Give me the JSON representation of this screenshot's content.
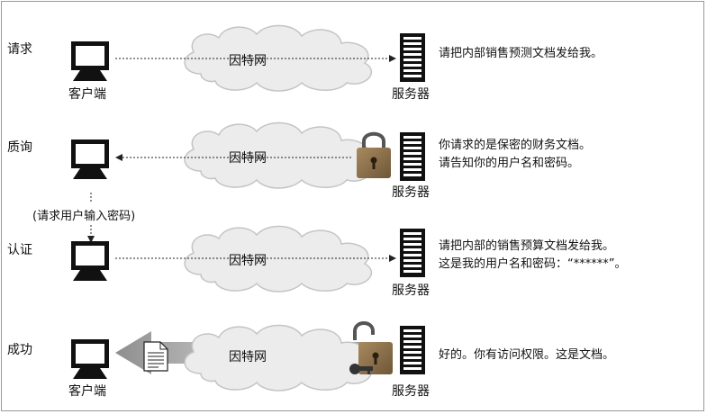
{
  "rows": [
    {
      "step": "请求",
      "client_label": "客户端",
      "network": "因特网",
      "server_label": "服务器",
      "message_lines": [
        "请把内部销售预测文档发给我。"
      ]
    },
    {
      "step": "质询",
      "client_label": "",
      "network": "因特网",
      "server_label": "服务器",
      "message_lines": [
        "你请求的是保密的财务文档。",
        "请告知你的用户名和密码。"
      ]
    },
    {
      "step": "认证",
      "client_label": "",
      "network": "因特网",
      "server_label": "服务器",
      "message_lines": [
        "请把内部的销售预算文档发给我。",
        "这是我的用户名和密码：“******”。"
      ]
    },
    {
      "step": "成功",
      "client_label": "客户端",
      "network": "因特网",
      "server_label": "服务器",
      "message_lines": [
        "好的。你有访问权限。这是文档。"
      ]
    }
  ],
  "prompt_note": "(请求用户输入密码)",
  "colors": {
    "line": "#222222",
    "cloud_fill": "#ececec",
    "cloud_stroke": "#c4c4c4",
    "arrow_gray": "#b5b5b5",
    "lock_body": "#8a6f4a"
  }
}
